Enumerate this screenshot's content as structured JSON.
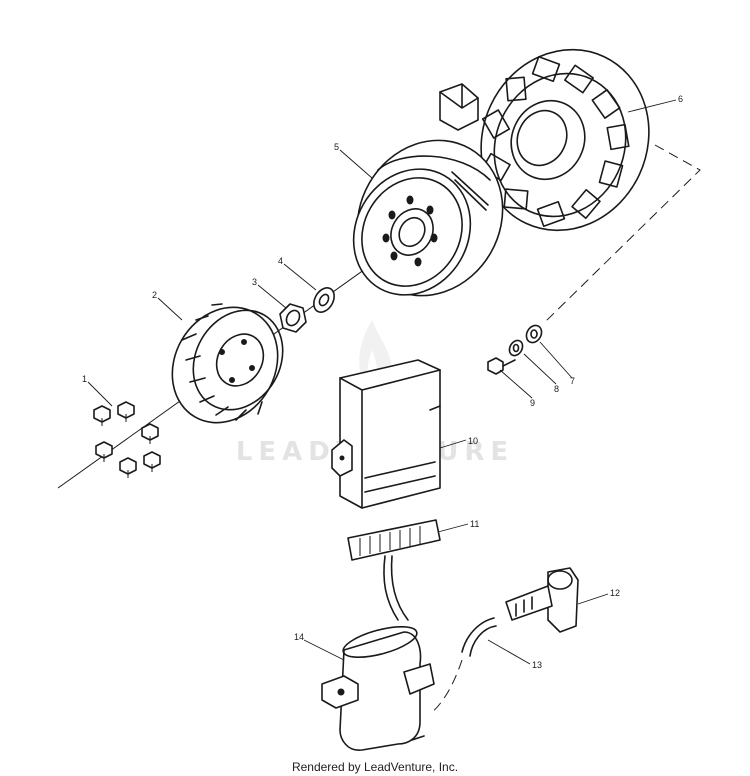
{
  "watermark": {
    "text": "LEADVENTURE"
  },
  "footer": {
    "text": "Rendered by LeadVenture, Inc."
  },
  "callouts": [
    {
      "id": "1",
      "label": "1"
    },
    {
      "id": "2",
      "label": "2"
    },
    {
      "id": "3",
      "label": "3"
    },
    {
      "id": "4",
      "label": "4"
    },
    {
      "id": "5",
      "label": "5"
    },
    {
      "id": "6",
      "label": "6"
    },
    {
      "id": "7",
      "label": "7"
    },
    {
      "id": "8",
      "label": "8"
    },
    {
      "id": "9",
      "label": "9"
    },
    {
      "id": "10",
      "label": "10"
    },
    {
      "id": "11",
      "label": "11"
    },
    {
      "id": "12",
      "label": "12"
    },
    {
      "id": "13",
      "label": "13"
    },
    {
      "id": "14",
      "label": "14"
    }
  ]
}
